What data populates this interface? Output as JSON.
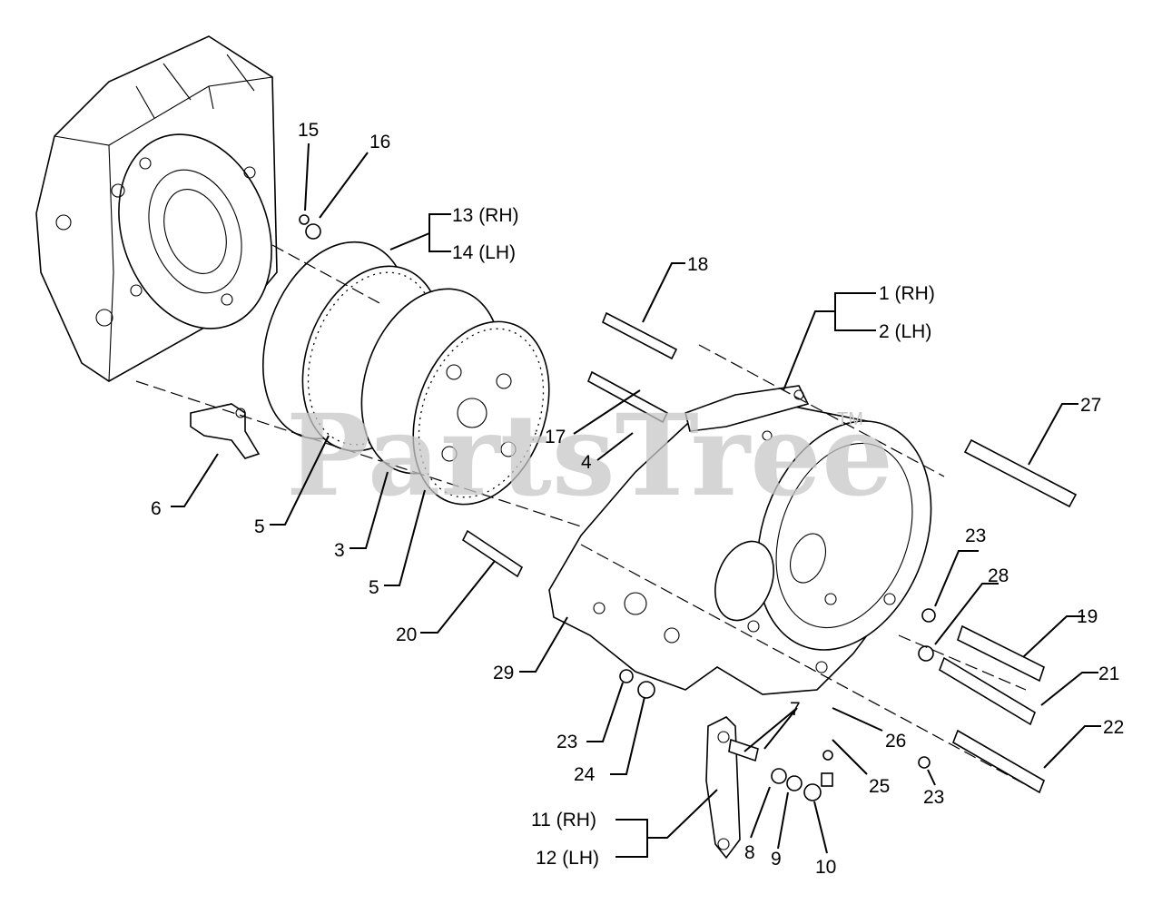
{
  "watermark": {
    "text": "PartsTree",
    "trademark": "TM"
  },
  "callouts": {
    "c1_rh": "1 (RH)",
    "c2_lh": "2 (LH)",
    "c3": "3",
    "c4": "4",
    "c5a": "5",
    "c5b": "5",
    "c6": "6",
    "c7": "7",
    "c8": "8",
    "c9": "9",
    "c10": "10",
    "c11_rh": "11 (RH)",
    "c12_lh": "12 (LH)",
    "c13_rh": "13 (RH)",
    "c14_lh": "14 (LH)",
    "c15": "15",
    "c16": "16",
    "c17": "17",
    "c18": "18",
    "c19": "19",
    "c20": "20",
    "c21": "21",
    "c22": "22",
    "c23a": "23",
    "c23b": "23",
    "c23c": "23",
    "c24": "24",
    "c25": "25",
    "c26": "26",
    "c27": "27",
    "c28": "28",
    "c29": "29"
  }
}
